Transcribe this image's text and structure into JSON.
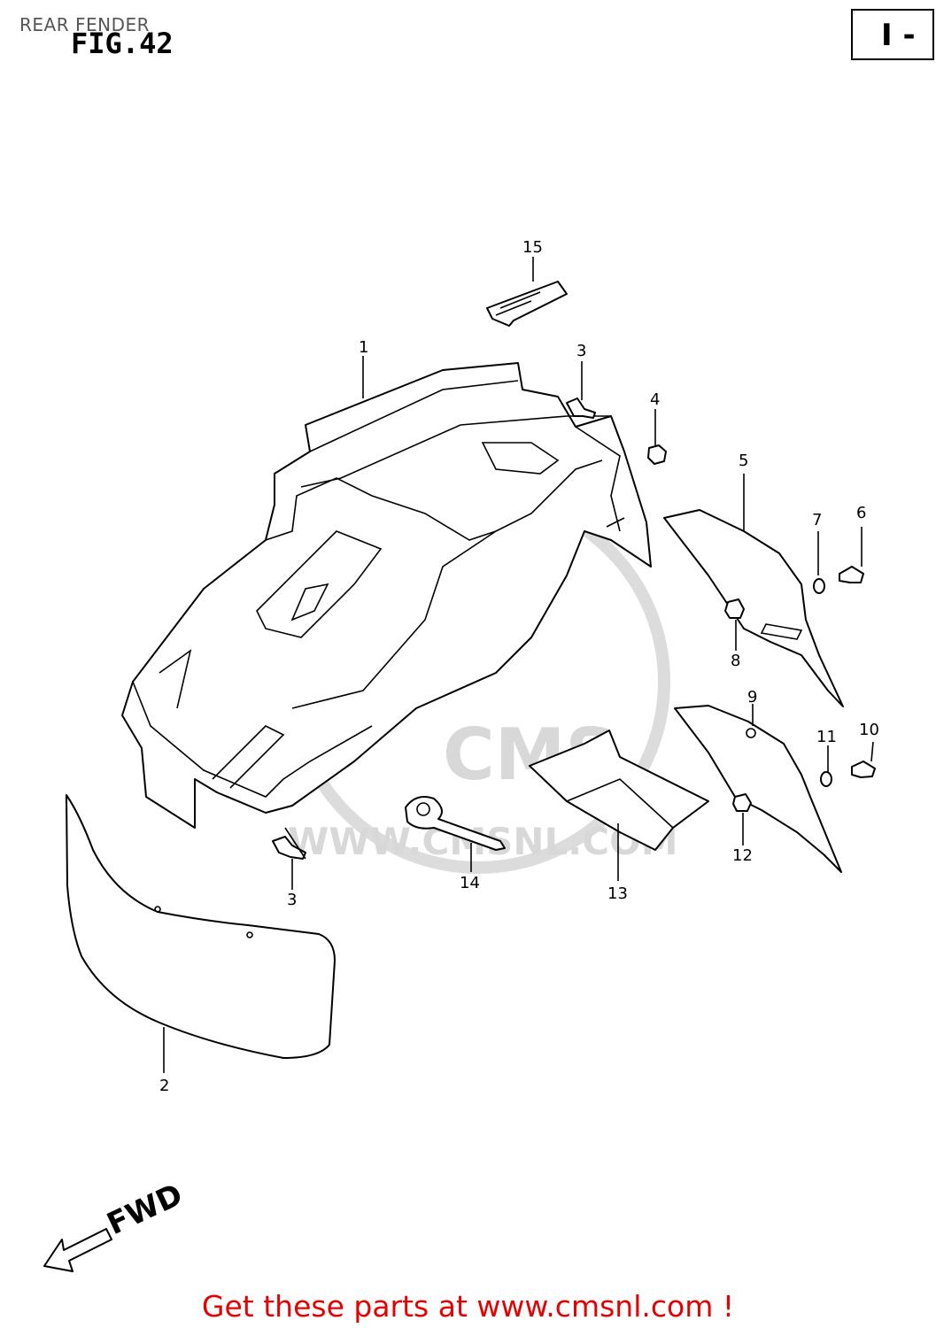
{
  "header": {
    "title": "REAR FENDER",
    "fig_label": "FIG.42",
    "model_mark": "I -"
  },
  "watermark": {
    "logo": "CMS",
    "url": "WWW.CMSNL.COM"
  },
  "callouts": {
    "c1": "1",
    "c2": "2",
    "c3a": "3",
    "c3b": "3",
    "c4": "4",
    "c5": "5",
    "c6": "6",
    "c7": "7",
    "c8": "8",
    "c9": "9",
    "c10": "10",
    "c11": "11",
    "c12": "12",
    "c13": "13",
    "c14": "14",
    "c15": "15"
  },
  "direction_label": "FWD",
  "footer": {
    "link_text": "Get these parts at www.cmsnl.com !"
  },
  "colors": {
    "footer": "#e60000",
    "watermark": "#dcdcdc"
  }
}
